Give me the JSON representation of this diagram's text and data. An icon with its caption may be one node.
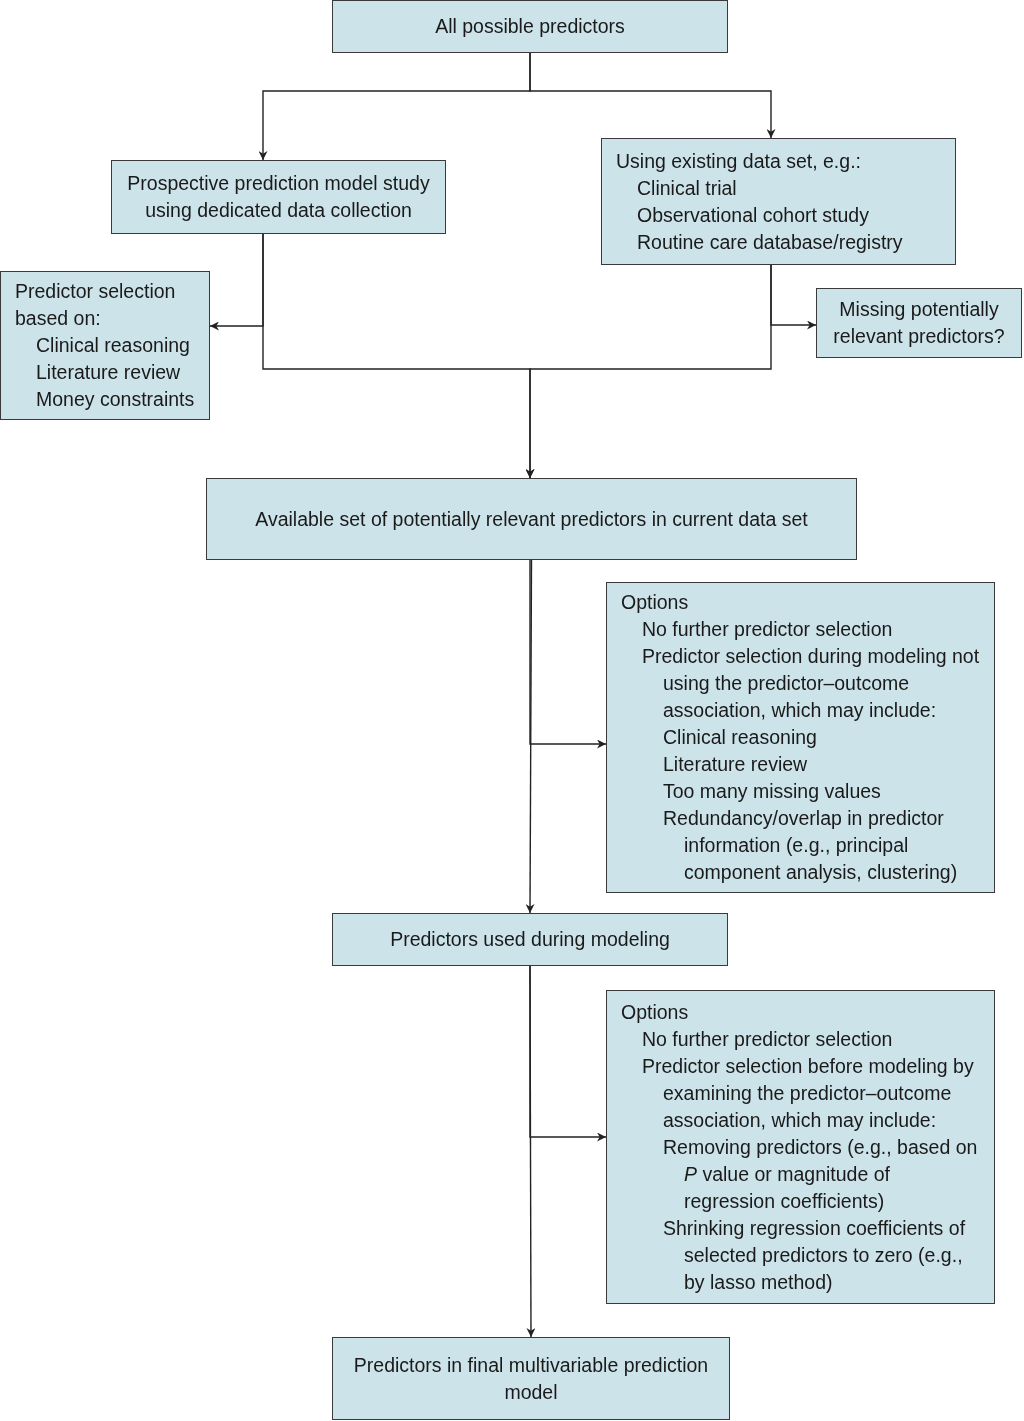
{
  "diagram": {
    "nodes": [
      {
        "text": [
          "All possible predictors"
        ]
      },
      {
        "text": [
          "Prospective prediction model study using dedicated data collection"
        ]
      },
      {
        "text": [
          "Using existing data set, e.g.:",
          "Clinical trial",
          "Observational cohort study",
          "Routine care database/registry"
        ]
      },
      {
        "text": [
          "Predictor selection based on:",
          "Clinical reasoning",
          "Literature review",
          "Money constraints"
        ]
      },
      {
        "text": [
          "Missing potentially relevant predictors?"
        ]
      },
      {
        "text": [
          "Available set of potentially relevant predictors in current data set"
        ]
      },
      {
        "text": [
          "Options",
          "No further predictor selection",
          "Predictor selection during modeling not using the predictor–outcome association, which may include:",
          "Clinical reasoning",
          "Literature review",
          "Too many missing values",
          "Redundancy/overlap in predictor information (e.g., principal component analysis, clustering)"
        ]
      },
      {
        "text": [
          "Predictors used during modeling"
        ]
      },
      {
        "text": [
          "Options",
          "No further predictor selection",
          "Predictor selection before modeling by examining the predictor–outcome association, which may include:",
          "Removing predictors (e.g., based on *P* value or magnitude of regression coefficients)",
          "Shrinking regression coefficients of selected predictors to zero (e.g., by lasso method)"
        ]
      },
      {
        "text": [
          "Predictors in final multivariable prediction model"
        ]
      }
    ],
    "edges": [
      {
        "from": 0,
        "to": 1,
        "arrow": "to"
      },
      {
        "from": 0,
        "to": 2,
        "arrow": "to"
      },
      {
        "from": 1,
        "to": 3,
        "arrow": "to"
      },
      {
        "from": 2,
        "to": 4,
        "arrow": "to"
      },
      {
        "from": 1,
        "to": 5,
        "arrow": "to"
      },
      {
        "from": 2,
        "to": 5,
        "arrow": "to"
      },
      {
        "from": 5,
        "to": 6,
        "arrow": "to"
      },
      {
        "from": 5,
        "to": 7,
        "arrow": "to"
      },
      {
        "from": 7,
        "to": 8,
        "arrow": "to"
      },
      {
        "from": 7,
        "to": 9,
        "arrow": "to"
      }
    ]
  }
}
